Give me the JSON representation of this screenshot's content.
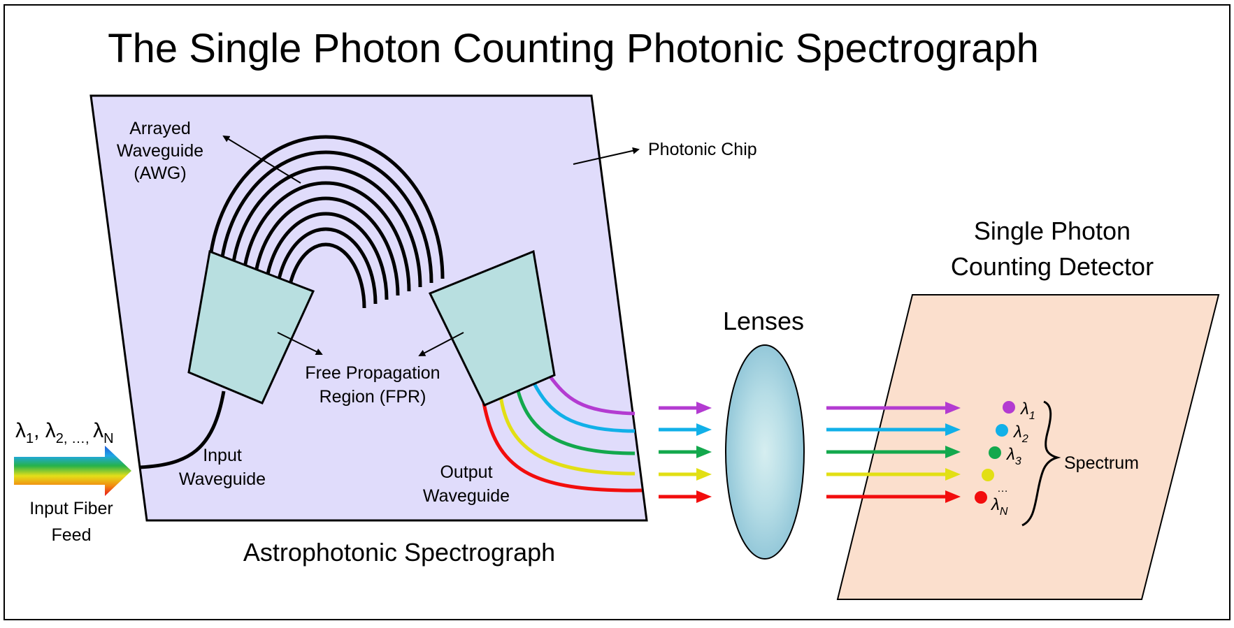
{
  "title": "The Single Photon Counting Photonic Spectrograph",
  "labels": {
    "awg": [
      "Arrayed",
      "Waveguide",
      "(AWG)"
    ],
    "chip": "Photonic Chip",
    "fpr": [
      "Free Propagation",
      "Region (FPR)"
    ],
    "input_waveguide": [
      "Input",
      "Waveguide"
    ],
    "output_waveguide": [
      "Output",
      "Waveguide"
    ],
    "astro": "Astrophotonic Spectrograph",
    "lenses": "Lenses",
    "detector": [
      "Single Photon",
      "Counting Detector"
    ],
    "spectrum": "Spectrum",
    "input_fiber": [
      "Input Fiber",
      "Feed"
    ]
  },
  "input_lambda": {
    "l1": "λ",
    "s1": "1",
    "sep1": ", ",
    "l2": "λ",
    "s2": "2, …, ",
    "l3": "λ",
    "sN": "N"
  },
  "spots": [
    {
      "label": "λ",
      "sub": "1"
    },
    {
      "label": "λ",
      "sub": "2"
    },
    {
      "label": "λ",
      "sub": "3"
    },
    {
      "label": "…",
      "sub": ""
    },
    {
      "label": "λ",
      "sub": "N"
    }
  ],
  "colors": {
    "chip": "#e0dcfb",
    "fpr": "#b8dfe0",
    "detector": "#fbdfcd",
    "lens": "#a9d4e1",
    "wavelengths": [
      "#b33bd1",
      "#11b0e8",
      "#13a84d",
      "#e2df14",
      "#f20d0d"
    ]
  }
}
